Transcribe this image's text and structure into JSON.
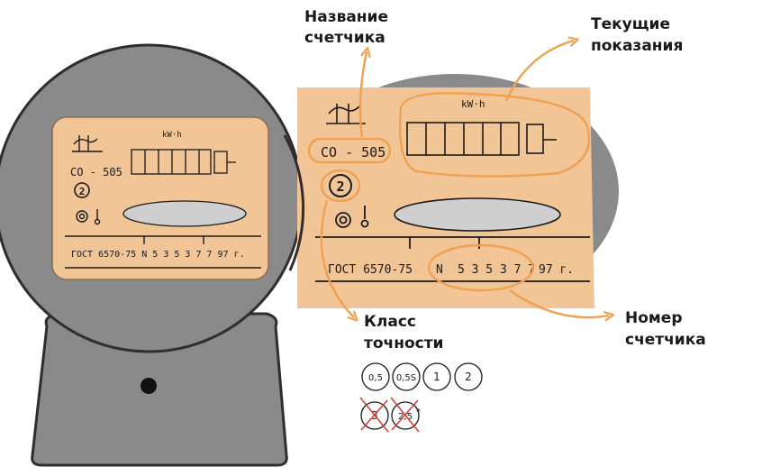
{
  "meter": {
    "model": "СО - 505",
    "unit": "kW·h",
    "accuracy_class": "2",
    "plate_text": "ГОСТ 6570-75   N   5 3 5 3 7 7   97 г.",
    "plate_gost": "ГОСТ 6570-75",
    "plate_n": "N",
    "serial": "5 3 5 3 7 7",
    "year": "97 г."
  },
  "annotations": {
    "name_line1": "Название",
    "name_line2": "счетчика",
    "readings_line1": "Текущие",
    "readings_line2": "показания",
    "class_line1": "Класс",
    "class_line2": "точности",
    "number_line1": "Номер",
    "number_line2": "счетчика"
  },
  "accuracy_classes": [
    {
      "label": "0,5",
      "crossed": false
    },
    {
      "label": "0,5S",
      "crossed": false
    },
    {
      "label": "1",
      "crossed": false
    },
    {
      "label": "2",
      "crossed": false
    },
    {
      "label": "3",
      "crossed": true
    },
    {
      "label": "2,5",
      "crossed": true
    }
  ],
  "accuracy_note_mark": "*",
  "colors": {
    "body": "#8a8a8a",
    "body_dark": "#2e2e2e",
    "plate": "#f2c597",
    "highlight": "#f0a050",
    "cross": "#d4403c"
  }
}
